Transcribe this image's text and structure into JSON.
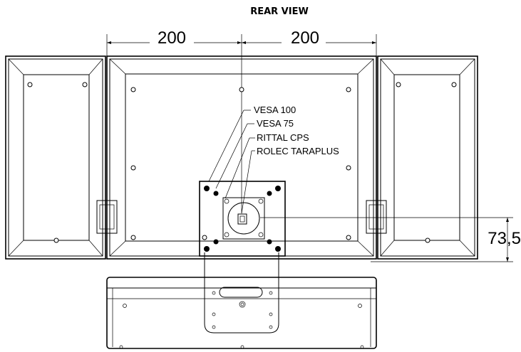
{
  "title": "REAR VIEW",
  "dimensions": {
    "left_width": "200",
    "right_width": "200",
    "mount_offset": "73,5"
  },
  "mount_labels": [
    "VESA 100",
    "VESA 75",
    "RITTAL CPS",
    "ROLEC TARAPLUS"
  ]
}
